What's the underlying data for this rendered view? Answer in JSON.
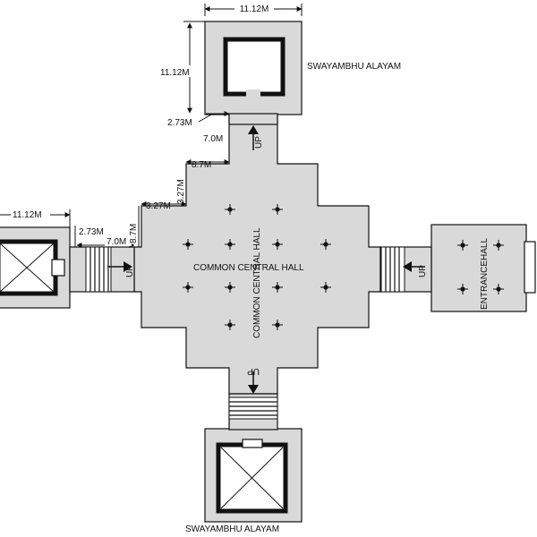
{
  "labels": {
    "top_shrine": "SWAYAMBHU ALAYAM",
    "bottom_shrine": "SWAYAMBHU ALAYAM",
    "hall_horizontal": "COMMON CENTRAL HALL",
    "hall_vertical": "COMMON CENTRAL HALL",
    "entrance_hall": "ENTRANCEHALL",
    "up_top": "UP",
    "up_left": "UP",
    "up_right": "UP",
    "up_bottom": "UP"
  },
  "dimensions": {
    "top_width": "11.12M",
    "top_height": "11.12M",
    "top_offset": "2.73M",
    "corridor_length": "7.0M",
    "step1_width": "8.7M",
    "step1_height": "3.27M",
    "step2_width": "3.27M",
    "left_width": "11.12M",
    "left_offset": "2.73M",
    "left_corridor": "7.0M",
    "left_step": "8.7M"
  }
}
